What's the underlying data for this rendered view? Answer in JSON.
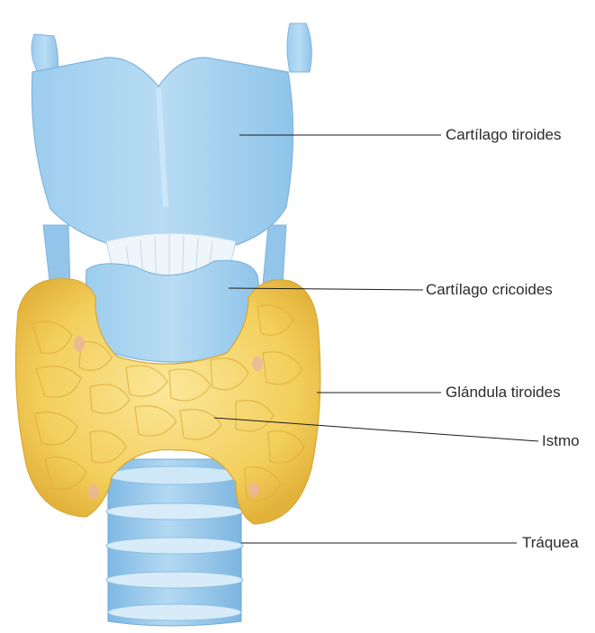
{
  "diagram": {
    "labels": {
      "thyroid_cartilage": "Cartílago tiroides",
      "cricoid_cartilage": "Cartílago cricoides",
      "thyroid_gland": "Glándula tiroides",
      "isthmus": "Istmo",
      "trachea": "Tráquea"
    },
    "colors": {
      "cartilage": "#a9d3ef",
      "cartilage_shade": "#86bce3",
      "gland": "#f6d46a",
      "gland_shade": "#e4b63c",
      "leader_line": "#1a1a1a"
    }
  }
}
